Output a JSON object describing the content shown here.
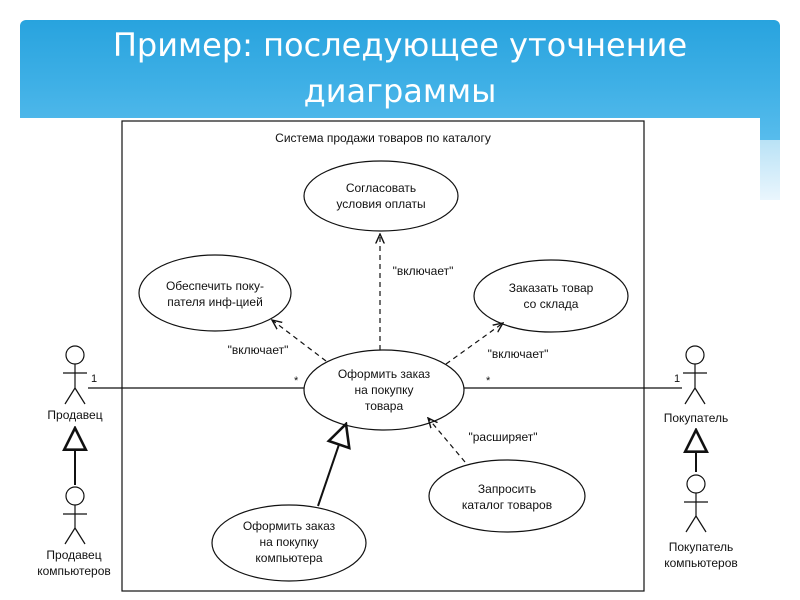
{
  "slide": {
    "title_line1": "Пример: последующее уточнение",
    "title_line2": "диаграммы"
  },
  "diagram": {
    "system_name": "Система продажи товаров по каталогу",
    "use_cases": {
      "agree_payment": [
        "Согласовать",
        "условия оплаты"
      ],
      "provide_info": [
        "Обеспечить поку-",
        "пателя инф-цией"
      ],
      "order_stock": [
        "Заказать товар",
        "со склада"
      ],
      "place_order": [
        "Оформить заказ",
        "на покупку",
        "товара"
      ],
      "request_catalog": [
        "Запросить",
        "каталог товаров"
      ],
      "order_computer": [
        "Оформить заказ",
        "на покупку",
        "компьютера"
      ]
    },
    "actors": {
      "seller": [
        "Продавец"
      ],
      "buyer": [
        "Покупатель"
      ],
      "computer_seller": [
        "Продавец",
        "компьютеров"
      ],
      "computer_buyer": [
        "Покупатель",
        "компьютеров"
      ]
    },
    "relations": {
      "include": "\"включает\"",
      "extend": "\"расширяет\""
    },
    "multiplicity": {
      "one": "1",
      "many": "*"
    }
  }
}
